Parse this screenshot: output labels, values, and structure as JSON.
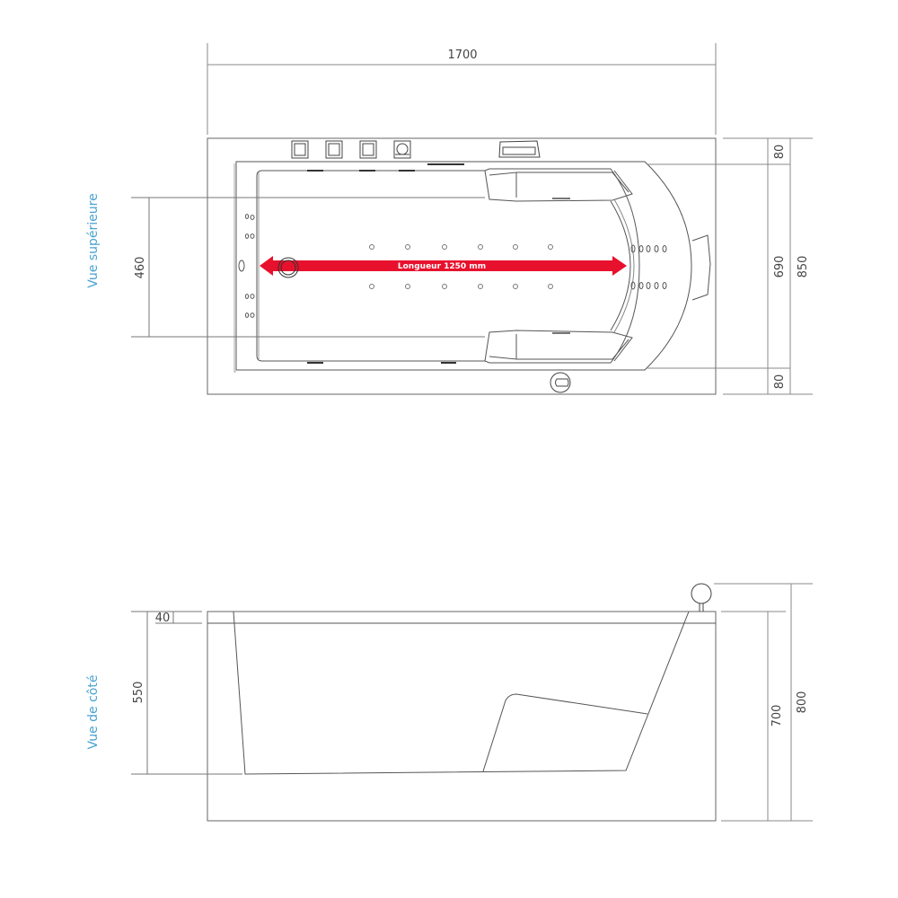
{
  "top_view": {
    "label": "Vue supérieure",
    "dimensions": {
      "overall_length": "1700",
      "inner_width": "460",
      "rim_top": "80",
      "basin_width": "690",
      "overall_width": "850",
      "rim_bottom": "80"
    },
    "length_arrow": {
      "label": "Longueur 1250 mm",
      "color": "#e8112d"
    }
  },
  "side_view": {
    "label": "Vue de côté",
    "dimensions": {
      "rim_thickness": "40",
      "basin_depth": "550",
      "tub_height": "700",
      "total_height": "800"
    }
  },
  "colors": {
    "line": "#555555",
    "label": "#4aa3cf",
    "accent": "#e8112d"
  }
}
